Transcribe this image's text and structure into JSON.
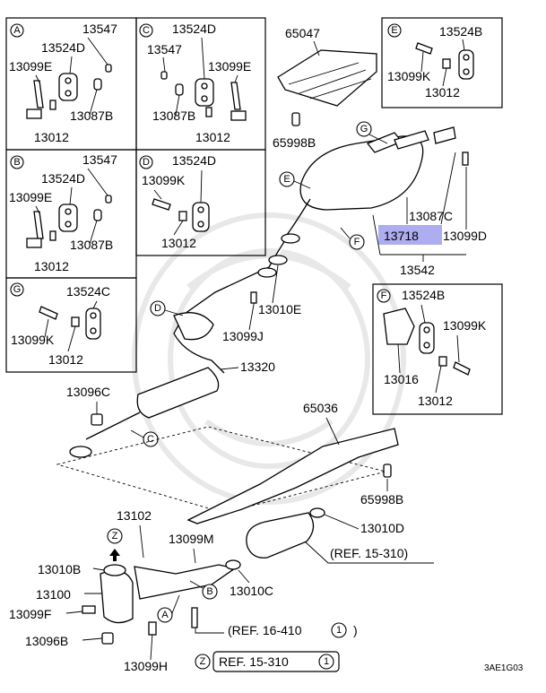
{
  "diagram_id": "3AE1G03",
  "highlighted_part": "13718",
  "colors": {
    "highlight": "#a9a9ee",
    "line": "#000000"
  },
  "boxes": {
    "A": {
      "letter": "A",
      "parts": [
        "13547",
        "13524D",
        "13099E",
        "13087B",
        "13012"
      ]
    },
    "B": {
      "letter": "B",
      "parts": [
        "13547",
        "13524D",
        "13099E",
        "13087B",
        "13012"
      ]
    },
    "C": {
      "letter": "C",
      "parts": [
        "13524D",
        "13547",
        "13099E",
        "13087B",
        "13012"
      ]
    },
    "D": {
      "letter": "D",
      "parts": [
        "13524D",
        "13099K",
        "13012"
      ]
    },
    "E": {
      "letter": "E",
      "parts": [
        "13524B",
        "13099K",
        "13012"
      ]
    },
    "F": {
      "letter": "F",
      "parts": [
        "13524B",
        "13099K",
        "13016",
        "13012"
      ]
    },
    "G": {
      "letter": "G",
      "parts": [
        "13524C",
        "13099K",
        "13012"
      ]
    }
  },
  "main_labels": {
    "p65047": "65047",
    "p65998b_top": "65998B",
    "p13087c": "13087C",
    "p13718": "13718",
    "p13099d": "13099D",
    "p13542": "13542",
    "p13010e": "13010E",
    "p13099j": "13099J",
    "p13320": "13320",
    "p13096c": "13096C",
    "p65036": "65036",
    "p65998b_bot": "65998B",
    "p13010d": "13010D",
    "p13102": "13102",
    "p13099m": "13099M",
    "p13010b": "13010B",
    "p13100": "13100",
    "p13099f": "13099F",
    "p13096b": "13096B",
    "p13099h": "13099H",
    "p13010c": "13010C"
  },
  "callouts": {
    "G": "G",
    "E": "E",
    "F": "F",
    "D": "D",
    "C": "C",
    "B": "B",
    "A": "A",
    "Z": "Z"
  },
  "refs": {
    "ref1_text": "(REF. 15-310)",
    "ref2_text": "(REF. 16-410",
    "ref2_num": "1",
    "ref3_text": "REF. 15-310",
    "ref3_num": "1",
    "ref3_prefix": "Z"
  }
}
